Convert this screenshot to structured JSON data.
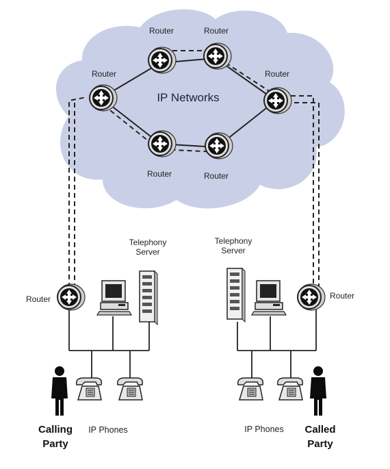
{
  "diagram": {
    "cloud_title": "IP Networks",
    "router_label": "Router",
    "telephony_server_label_line1": "Telephony",
    "telephony_server_label_line2": "Server",
    "ip_phones_label": "IP Phones",
    "calling_party_line1": "Calling",
    "calling_party_line2": "Party",
    "called_party_line1": "Called",
    "called_party_line2": "Party"
  },
  "colors": {
    "cloud_fill": "#c9cfe6",
    "line": "#222222",
    "dash": "#222222"
  }
}
